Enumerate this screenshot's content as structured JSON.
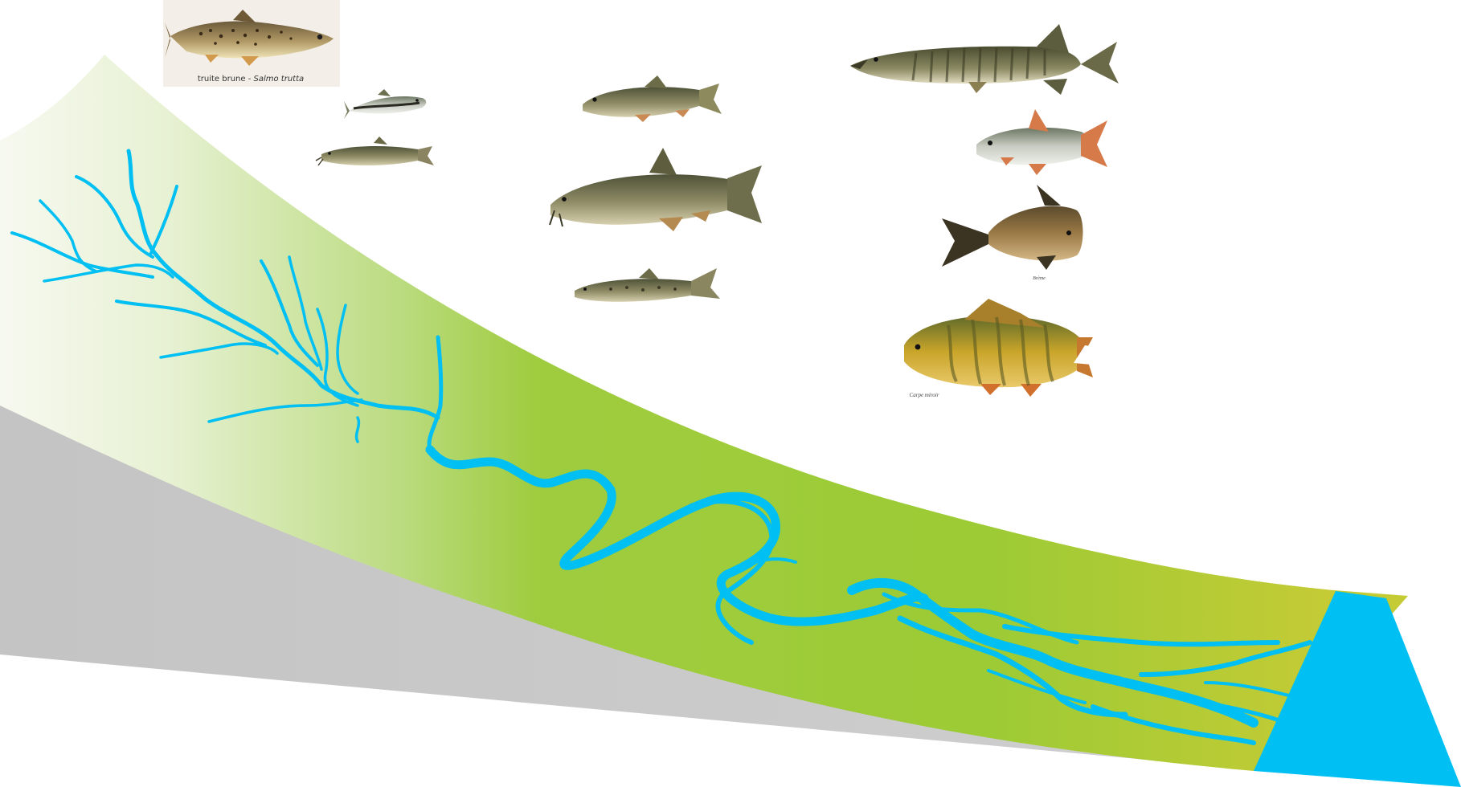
{
  "colors": {
    "background": "#ffffff",
    "slope_gray": "#c8c8c8",
    "band_start": "#f7f9f0",
    "band_mid": "#9ccb3b",
    "band_end": "#c6cb35",
    "water": "#00c0f3",
    "photo_frame": "#f3efe8"
  },
  "fish": [
    {
      "name": "brown-trout",
      "caption_common": "truite brune - ",
      "caption_latin": "Salmo trutta"
    },
    {
      "name": "minnow"
    },
    {
      "name": "stone-loach"
    },
    {
      "name": "chub"
    },
    {
      "name": "barbel"
    },
    {
      "name": "gudgeon"
    },
    {
      "name": "pike"
    },
    {
      "name": "rudd"
    },
    {
      "name": "bream",
      "caption": "Brème"
    },
    {
      "name": "mirror-carp",
      "caption": "Carpe miroir"
    }
  ]
}
